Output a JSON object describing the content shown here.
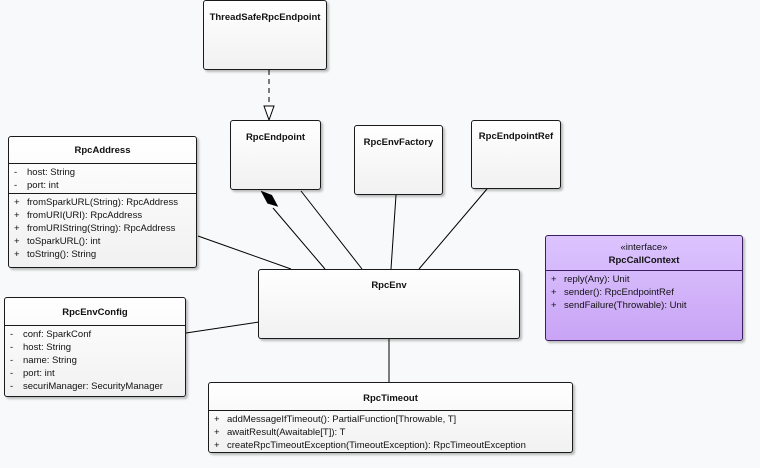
{
  "classes": {
    "thread_safe": {
      "name": "ThreadSafeRpcEndpoint"
    },
    "endpoint": {
      "name": "RpcEndpoint"
    },
    "env_factory": {
      "name": "RpcEnvFactory"
    },
    "endpoint_ref": {
      "name": "RpcEndpointRef"
    },
    "rpc_env": {
      "name": "RpcEnv"
    },
    "rpc_address": {
      "name": "RpcAddress",
      "attributes": [
        {
          "vis": "-",
          "text": "host: String"
        },
        {
          "vis": "-",
          "text": "port: int"
        }
      ],
      "operations": [
        {
          "vis": "+",
          "text": "fromSparkURL(String): RpcAddress"
        },
        {
          "vis": "+",
          "text": "fromURI(URI): RpcAddress"
        },
        {
          "vis": "+",
          "text": "fromURIString(String): RpcAddress"
        },
        {
          "vis": "+",
          "text": "toSparkURL(): int"
        },
        {
          "vis": "+",
          "text": "toString(): String"
        }
      ]
    },
    "env_config": {
      "name": "RpcEnvConfig",
      "attributes": [
        {
          "vis": "-",
          "text": "conf: SparkConf"
        },
        {
          "vis": "-",
          "text": "host: String"
        },
        {
          "vis": "-",
          "text": "name: String"
        },
        {
          "vis": "-",
          "text": "port: int"
        },
        {
          "vis": "-",
          "text": "securiManager: SecurityManager"
        }
      ]
    },
    "rpc_timeout": {
      "name": "RpcTimeout",
      "operations": [
        {
          "vis": "+",
          "text": "addMessageIfTimeout(): PartialFunction[Throwable, T]"
        },
        {
          "vis": "+",
          "text": "awaitResult(Awaitable[T]): T"
        },
        {
          "vis": "+",
          "text": "createRpcTimeoutException(TimeoutException): RpcTimeoutException"
        }
      ]
    },
    "call_context": {
      "stereotype": "«interface»",
      "name": "RpcCallContext",
      "operations": [
        {
          "vis": "+",
          "text": "reply(Any): Unit"
        },
        {
          "vis": "+",
          "text": "sender(): RpcEndpointRef"
        },
        {
          "vis": "+",
          "text": "sendFailure(Throwable): Unit"
        }
      ]
    }
  },
  "colors": {
    "interface_fill": "#d4b4fb",
    "class_fill": "#ffffff",
    "line": "#000000"
  }
}
